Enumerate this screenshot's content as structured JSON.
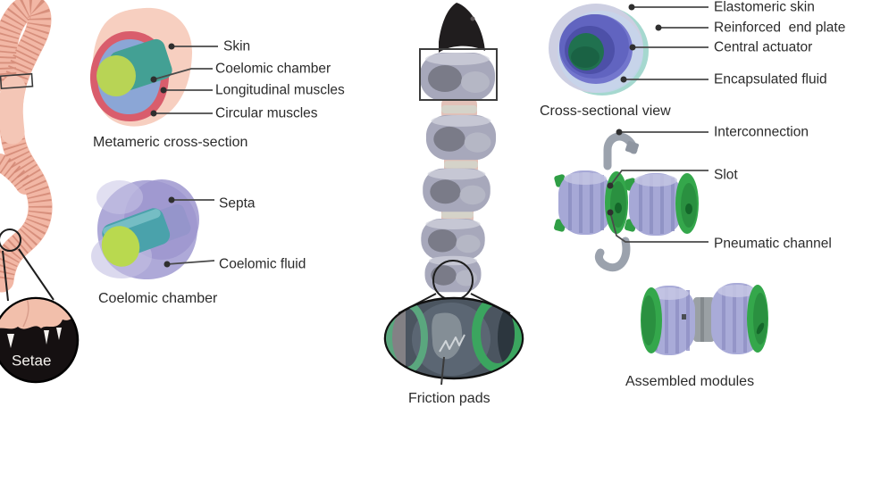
{
  "figure": {
    "worm_anatomy": {
      "metameric_cross_section": {
        "caption": "Metameric cross-section",
        "labels": {
          "skin": "Skin",
          "coelomic_chamber": "Coelomic chamber",
          "longitudinal_muscles": "Longitudinal muscles",
          "circular_muscles": "Circular muscles"
        }
      },
      "coelomic_chamber": {
        "caption": "Coelomic chamber",
        "labels": {
          "septa": "Septa",
          "coelomic_fluid": "Coelomic fluid"
        }
      },
      "setae_inset": {
        "label": "Setae"
      }
    },
    "robot_prototype": {
      "friction_pads_inset": {
        "label": "Friction pads"
      }
    },
    "robot_design": {
      "cross_sectional_view": {
        "caption": "Cross-sectional view",
        "labels": {
          "elastomeric_skin": "Elastomeric skin",
          "reinforced_end_plate": "Reinforced  end plate",
          "central_actuator": "Central actuator",
          "encapsulated_fluid": "Encapsulated fluid"
        }
      },
      "module_detail": {
        "labels": {
          "interconnection": "Interconnection",
          "slot": "Slot",
          "pneumatic_channel": "Pneumatic channel"
        }
      },
      "assembled_modules": {
        "caption": "Assembled modules"
      }
    },
    "palette": {
      "worm_skin": "#f2b7a5",
      "worm_stripe": "#cf8472",
      "section_skin_peach": "#f7cfc0",
      "circular_muscle_red": "#d95d6c",
      "longitudinal_muscle_blue": "#8ba6d6",
      "chamber_teal": "#46a39a",
      "chamber_green": "#b8d455",
      "coelom_lavender": "#aea9d8",
      "module_purple": "#a6a8d6",
      "module_green": "#34a74b",
      "actuator_green": "#20714f",
      "clip_gray": "#9ba2ad",
      "leader_line": "#4a4a4a",
      "label_text": "#2b2b2b"
    }
  }
}
